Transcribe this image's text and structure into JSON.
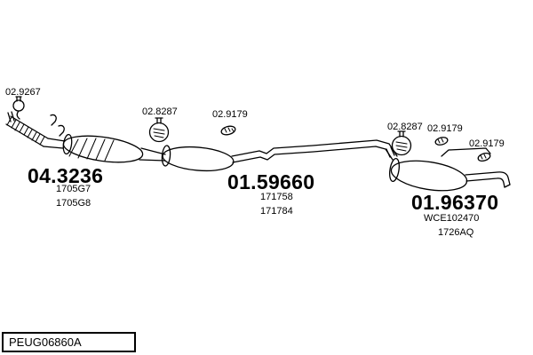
{
  "colors": {
    "ink": "#000000",
    "paper": "#ffffff"
  },
  "fasteners": [
    {
      "part": "02.9267"
    },
    {
      "part": "02.8287"
    },
    {
      "part": "02.9179"
    },
    {
      "part": "02.8287"
    },
    {
      "part": "02.9179"
    },
    {
      "part": "02.9179"
    }
  ],
  "sections": [
    {
      "part": "04.3236",
      "oe_refs": [
        "1705G7",
        "1705G8"
      ]
    },
    {
      "part": "01.59660",
      "oe_refs": [
        "171758",
        "171784"
      ]
    },
    {
      "part": "01.96370",
      "oe_refs": [
        "WCE102470",
        "1726AQ"
      ]
    }
  ],
  "drawing_code": "PEUG06860A"
}
